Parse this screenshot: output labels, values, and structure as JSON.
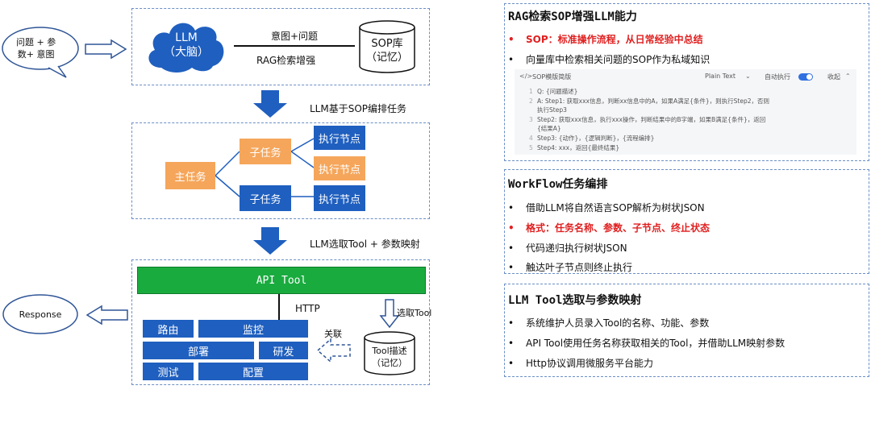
{
  "left": {
    "question_bubble": [
      "问题 + 参",
      "数+ 意图"
    ],
    "llm_cloud": [
      "LLM",
      "（大脑）"
    ],
    "intent_label": "意图+问题",
    "rag_label": "RAG检索增强",
    "sop_db": [
      "SOP库",
      "（记忆）"
    ],
    "step1_label": "LLM基于SOP编排任务",
    "main_task": "主任务",
    "sub_task_1": "子任务",
    "sub_task_2": "子任务",
    "exec_node_1": "执行节点",
    "exec_node_2": "执行节点",
    "exec_node_3": "执行节点",
    "step2_label": "LLM选取Tool + 参数映射",
    "api_tool": "API Tool",
    "http_label": "HTTP",
    "select_tool_label": "选取Tool",
    "relate_label": "关联",
    "tool_db": [
      "Tool描述",
      "（记忆）"
    ],
    "response_bubble": "Response",
    "services": {
      "route": "路由",
      "monitor": "监控",
      "deploy": "部署",
      "dev": "研发",
      "test": "测试",
      "config": "配置"
    }
  },
  "panels": {
    "rag": {
      "title": "RAG检索SOP增强LLM能力",
      "bullets": [
        "SOP：标准操作流程，从日常经验中总结",
        "向量库中检索相关问题的SOP作为私域知识"
      ],
      "code": {
        "title": "SOP模版简版",
        "lang": "Plain Text",
        "auto_run": "自动执行",
        "collapse": "收起",
        "lines": [
          {
            "n": "1",
            "t": "Q: {问题描述}"
          },
          {
            "n": "2",
            "t": "A: Step1: 获取xxx信息，判断xx信息中的A，如果A满足{条件}，则执行Step2，否则"
          },
          {
            "n": "",
            "t": "执行Step3"
          },
          {
            "n": "3",
            "t": "Step2: 获取xxx信息，执行xxx操作，判断结果中的B字端，如果B满足{条件}，返回"
          },
          {
            "n": "",
            "t": "{结果A}"
          },
          {
            "n": "4",
            "t": "Step3: {动作}，{逻辑判断}，{流程编排}"
          },
          {
            "n": "5",
            "t": "Step4: xxx，返回{最终结果}"
          }
        ]
      }
    },
    "workflow": {
      "title": "WorkFlow任务编排",
      "bullets": [
        "借助LLM将自然语言SOP解析为树状JSON",
        "格式：任务名称、参数、子节点、终止状态",
        "代码递归执行树状JSON",
        "触达叶子节点则终止执行"
      ]
    },
    "tool": {
      "title": "LLM Tool选取与参数映射",
      "bullets": [
        "系统维护人员录入Tool的名称、功能、参数",
        "API Tool使用任务名称获取相关的Tool，并借助LLM映射参数",
        "Http协议调用微服务平台能力"
      ]
    }
  },
  "colors": {
    "blue": "#1f5fbf",
    "orange": "#f5a65b",
    "green": "#1aab3f",
    "red": "#e02020",
    "dash": "#6b8fc7"
  }
}
